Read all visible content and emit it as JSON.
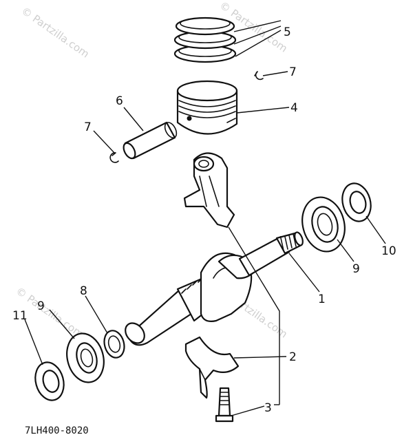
{
  "diagram_code": "7LH400-8020",
  "watermark": {
    "text": "© Partzilla.com"
  },
  "callouts": {
    "c1": "1",
    "c2": "2",
    "c3": "3",
    "c4": "4",
    "c5": "5",
    "c6": "6",
    "c7a": "7",
    "c7b": "7",
    "c8": "8",
    "c9a": "9",
    "c9b": "9",
    "c10": "10",
    "c11": "11"
  }
}
